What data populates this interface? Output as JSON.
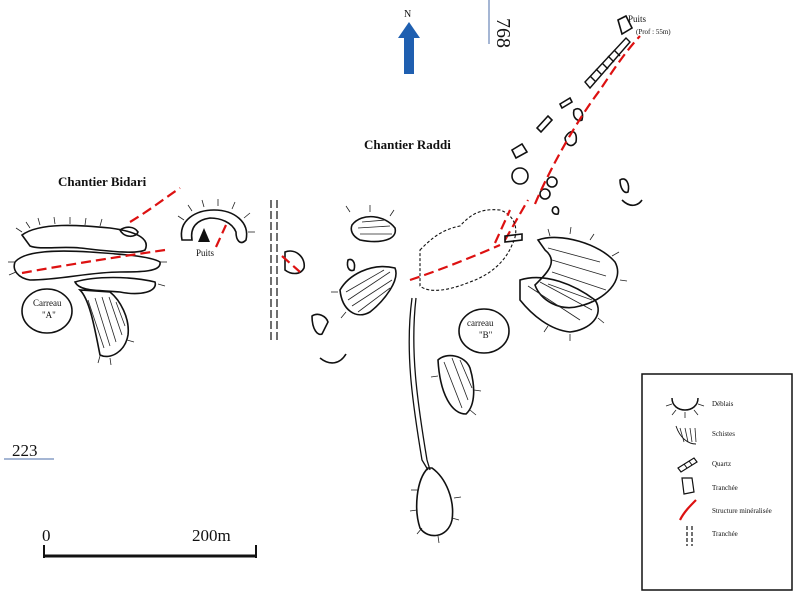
{
  "labels": {
    "chantier_bidari": "Chantier Bidari",
    "chantier_raddi": "Chantier Raddi",
    "puits_bidari": "Puits",
    "puits_top": "Puits",
    "puits_depth": "(Prof : 55m)",
    "carreau_a_line1": "Carreau",
    "carreau_a_line2": "\"A\"",
    "carreau_b_line1": "carreau",
    "carreau_b_line2": "\"B\"",
    "coord_top": "768",
    "coord_left": "223"
  },
  "scale": {
    "start": "0",
    "end": "200m"
  },
  "legend": {
    "items": [
      {
        "icon": "deblais-icon",
        "label": "Déblais"
      },
      {
        "icon": "schistes-icon",
        "label": "Schistes"
      },
      {
        "icon": "quartz-icon",
        "label": "Quartz"
      },
      {
        "icon": "tranchee-pit-icon",
        "label": "Tranchée"
      },
      {
        "icon": "mineralized-structure-icon",
        "label": "Structure minéralisée"
      },
      {
        "icon": "trench-line-icon",
        "label": "Tranchée"
      }
    ]
  },
  "colors": {
    "ink": "#111111",
    "mineralized": "#dd1111",
    "north_arrow": "#1f5fb0"
  },
  "north_arrow": {
    "icon": "north-arrow-icon",
    "marker": "N"
  }
}
